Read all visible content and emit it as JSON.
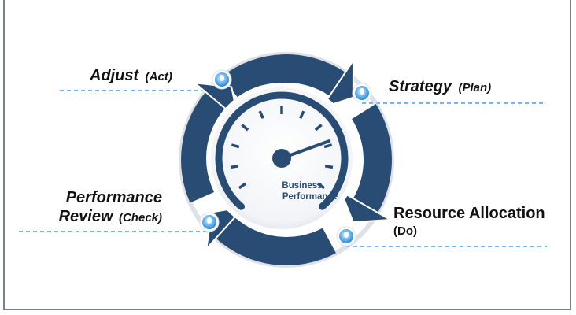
{
  "colors": {
    "ring": "#294c74",
    "ring_dark": "#1c3556",
    "accent_bar": "#2f6fc6",
    "dot": "#48a3e8",
    "dash_line": "#4a9be6",
    "gauge_text": "#294c74"
  },
  "gauge": {
    "line1": "Business",
    "line2": "Performance",
    "needle_fraction": 0.78
  },
  "steps": [
    {
      "id": "act",
      "title": "Adjust",
      "subtitle": "(Act)"
    },
    {
      "id": "plan",
      "title": "Strategy",
      "subtitle": "(Plan)"
    },
    {
      "id": "do",
      "title": "Resource Allocation",
      "subtitle": "(Do)"
    },
    {
      "id": "check",
      "title_line1": "Performance",
      "title_line2": "Review",
      "subtitle": "(Check)"
    }
  ]
}
